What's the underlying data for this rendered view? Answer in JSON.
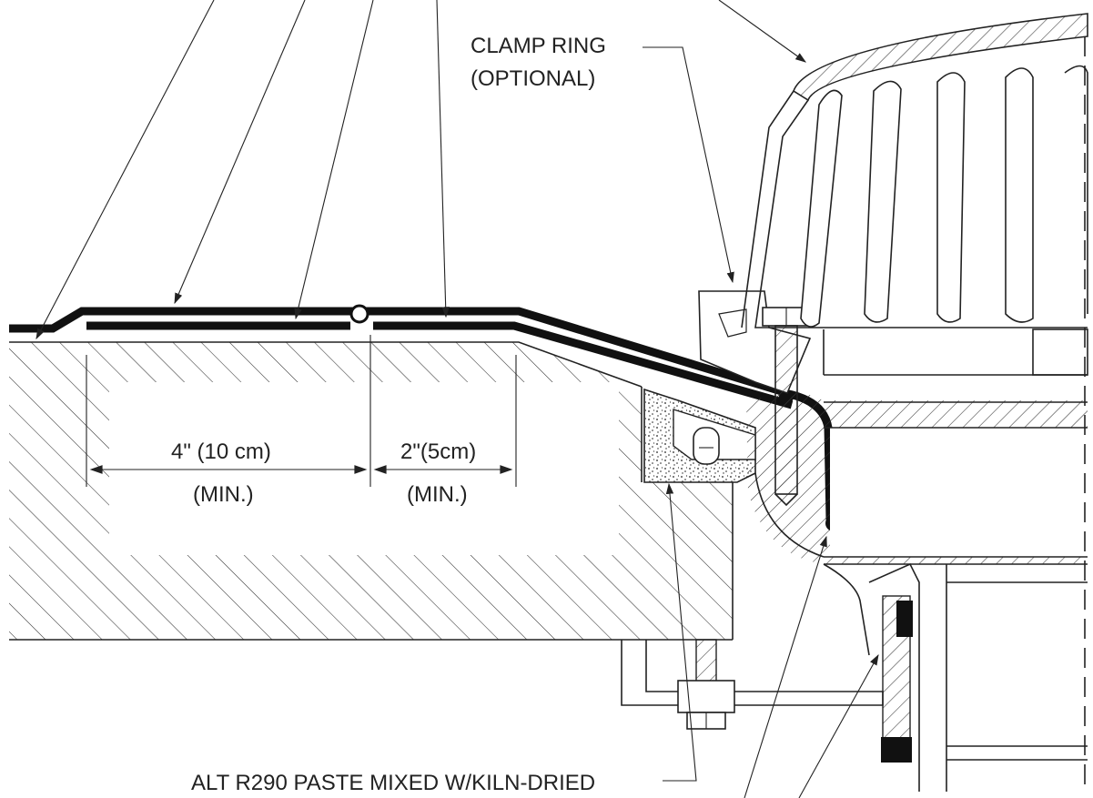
{
  "labels": {
    "clamp_ring_line1": "CLAMP RING",
    "clamp_ring_line2": "(OPTIONAL)",
    "dim_4in": "4\" (10 cm)",
    "dim_4in_min": "(MIN.)",
    "dim_2in": "2\"(5cm)",
    "dim_2in_min": "(MIN.)",
    "paste_note": "ALT R290 PASTE MIXED W/KILN-DRIED"
  },
  "colors": {
    "line": "#222222",
    "membrane": "#111111",
    "background": "#ffffff"
  }
}
